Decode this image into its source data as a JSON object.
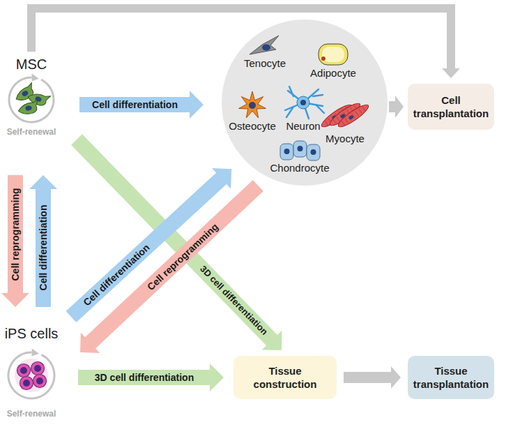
{
  "diagram": {
    "nodes": [
      {
        "text": [
          "MSC",
          "Self-renewal"
        ]
      },
      {
        "text": []
      },
      {
        "text": [
          "Tenocyte"
        ],
        "in": 1
      },
      {
        "text": [
          "Adipocyte"
        ],
        "in": 1
      },
      {
        "text": [
          "Osteocyte"
        ],
        "in": 1
      },
      {
        "text": [
          "Neuron"
        ],
        "in": 1
      },
      {
        "text": [
          "Myocyte"
        ],
        "in": 1
      },
      {
        "text": [
          "Chondrocyte"
        ],
        "in": 1
      },
      {
        "text": [
          "Cell transplantation"
        ]
      },
      {
        "text": [
          "iPS cells",
          "Self-renewal"
        ]
      },
      {
        "text": [
          "Tissue construction"
        ]
      },
      {
        "text": [
          "Tissue transplantation"
        ]
      }
    ],
    "edges": [
      {
        "from": 0,
        "to": 1,
        "arrow": "to",
        "label": "Cell differentiation"
      },
      {
        "from": 0,
        "to": 8,
        "arrow": "to"
      },
      {
        "from": 1,
        "to": 8,
        "arrow": "to"
      },
      {
        "from": 0,
        "to": 9,
        "arrow": "to",
        "label": "Cell reprogramming"
      },
      {
        "from": 9,
        "to": 0,
        "arrow": "to",
        "label": "Cell differentiation"
      },
      {
        "from": 9,
        "to": 1,
        "arrow": "to",
        "label": "Cell differentiation"
      },
      {
        "from": 1,
        "to": 9,
        "arrow": "to",
        "label": "Cell reprogramming"
      },
      {
        "from": 0,
        "to": 10,
        "arrow": "to",
        "label": "3D cell differentiation"
      },
      {
        "from": 9,
        "to": 10,
        "arrow": "to",
        "label": "3D cell differentiation"
      },
      {
        "from": 10,
        "to": 11,
        "arrow": "to"
      }
    ]
  }
}
